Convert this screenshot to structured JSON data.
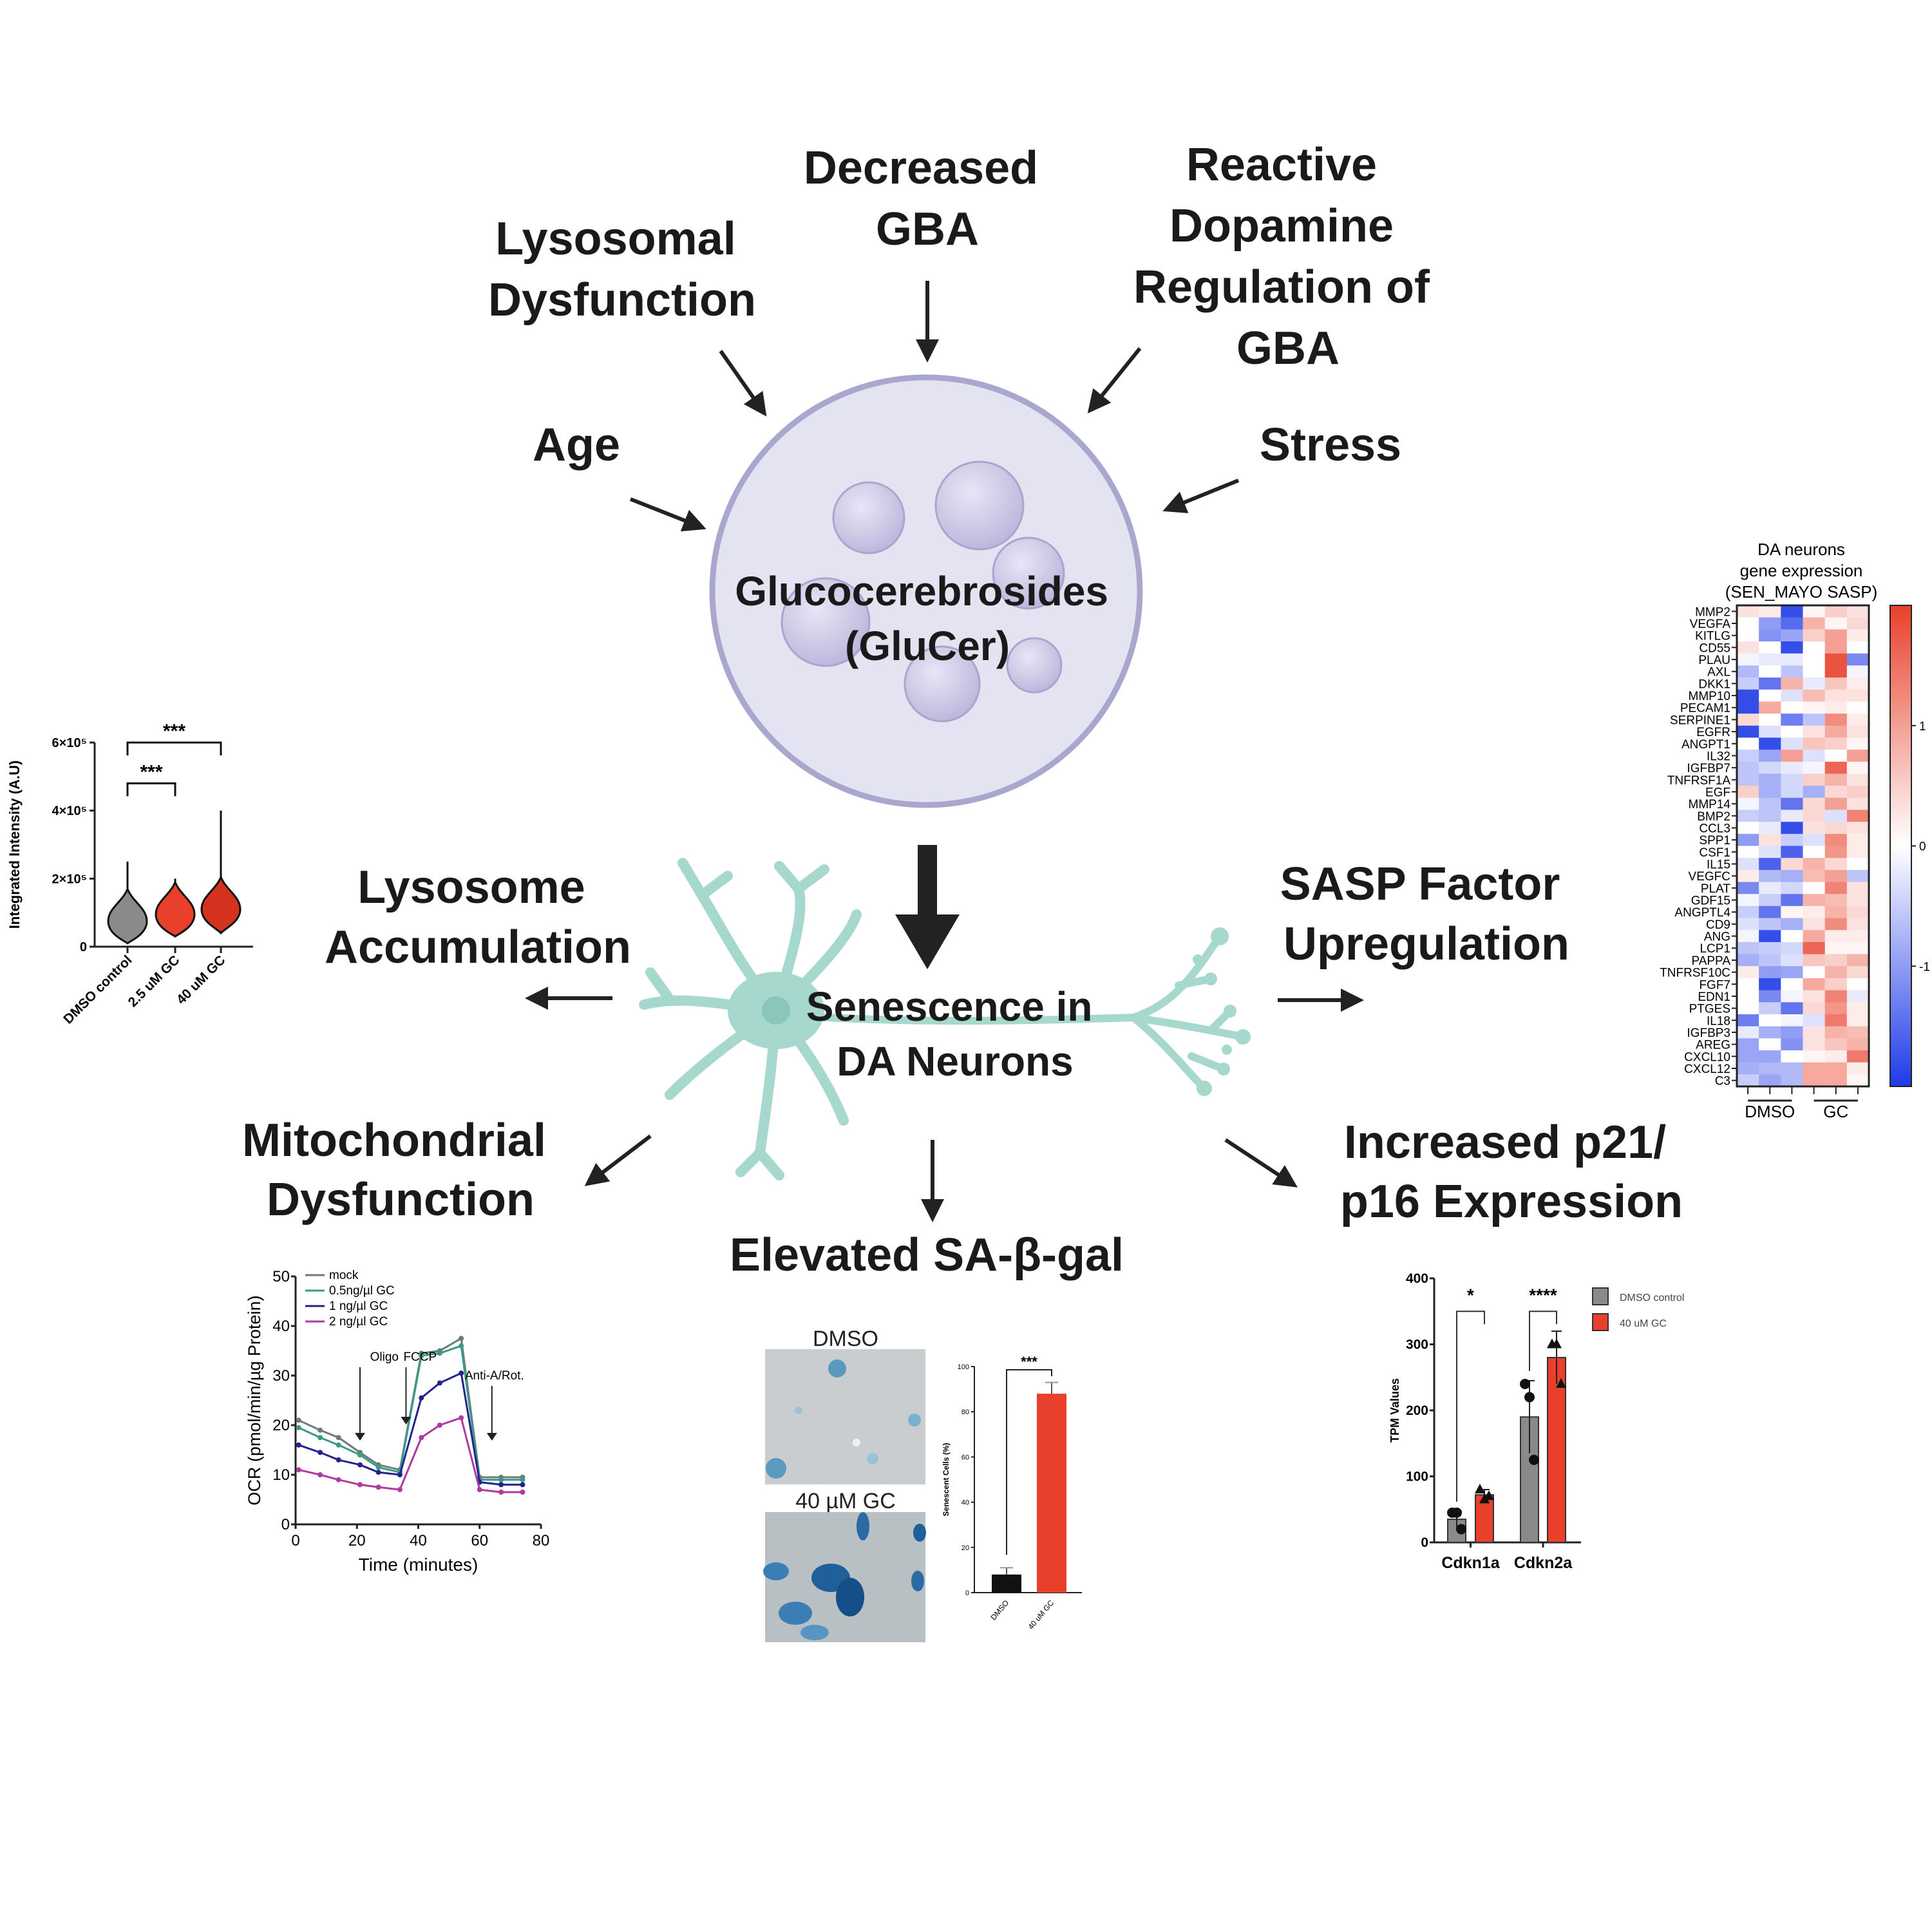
{
  "causes": {
    "decreased_gba": [
      "Decreased",
      "GBA"
    ],
    "lysosomal_dysfunction": [
      "Lysosomal",
      "Dysfunction"
    ],
    "reactive_dopamine": [
      "Reactive",
      "Dopamine",
      "Regulation of",
      "GBA"
    ],
    "age": "Age",
    "stress": "Stress"
  },
  "center": {
    "glucer": [
      "Glucocerebrosides",
      "(GluCer)"
    ],
    "senescence": [
      "Senescence in",
      "DA Neurons"
    ]
  },
  "outcomes": {
    "lysosome_accumulation": [
      "Lysosome",
      "Accumulation"
    ],
    "sasp_upregulation": [
      "SASP Factor",
      "Upregulation"
    ],
    "mitochondrial_dysfunction": [
      "Mitochondrial",
      "Dysfunction"
    ],
    "sa_beta_gal": "Elevated SA-β-gal",
    "p21_p16": [
      "Increased p21/",
      "p16 Expression"
    ]
  },
  "colors": {
    "dmso_gray": "#8a8a8a",
    "gc_red": "#e8402a",
    "neuron_teal": "#a6d8ce",
    "vesicle_purple": "#c9c6e3",
    "heat_high": "#e8402a",
    "heat_low": "#1f3ae8"
  },
  "micrographs": {
    "dmso_label": "DMSO",
    "gc_label": "40 µM GC"
  },
  "chart_data": [
    {
      "id": "violin",
      "type": "violin",
      "ylabel": "Integrated Intensity (A.U)",
      "ylim": [
        0,
        600000
      ],
      "yticks": [
        "0",
        "2×10⁵",
        "4×10⁵",
        "6×10⁵"
      ],
      "ytick_values": [
        0,
        200000,
        400000,
        600000
      ],
      "categories": [
        "DMSO control",
        "2.5 uM GC",
        "40 uM GC"
      ],
      "median": [
        75000,
        95000,
        110000
      ],
      "min": [
        10000,
        30000,
        40000
      ],
      "max": [
        250000,
        200000,
        400000
      ],
      "fill": [
        "#8a8a8a",
        "#e8402a",
        "#d4321f"
      ],
      "significance": [
        {
          "from": 0,
          "to": 1,
          "y": 480000,
          "label": "***"
        },
        {
          "from": 0,
          "to": 2,
          "y": 600000,
          "label": "***"
        }
      ]
    },
    {
      "id": "ocr",
      "type": "line",
      "xlabel": "Time (minutes)",
      "ylabel": "OCR (pmol/min/µg Protein)",
      "xlim": [
        0,
        80
      ],
      "ylim": [
        0,
        50
      ],
      "xticks": [
        0,
        20,
        40,
        60,
        80
      ],
      "yticks": [
        0,
        10,
        20,
        30,
        40,
        50
      ],
      "x": [
        1,
        8,
        14,
        21,
        27,
        34,
        41,
        47,
        54,
        60,
        67,
        74
      ],
      "series": [
        {
          "name": "mock",
          "color": "#6e7a74",
          "values": [
            21,
            19,
            17.5,
            14.5,
            12,
            11,
            34.5,
            35,
            37.5,
            9.5,
            9.5,
            9.5
          ]
        },
        {
          "name": "0.5ng/µl GC",
          "color": "#3a9a8a",
          "values": [
            19.5,
            17.5,
            16,
            14,
            11.5,
            10.5,
            34,
            34.5,
            36,
            9,
            9,
            9
          ]
        },
        {
          "name": "1 ng/µl  GC",
          "color": "#23238f",
          "values": [
            16,
            14.5,
            13,
            12,
            10.5,
            10,
            25.5,
            28.5,
            30.5,
            8.5,
            8,
            8
          ]
        },
        {
          "name": "2 ng/µl GC",
          "color": "#b03a9e",
          "values": [
            11,
            10,
            9,
            8,
            7.5,
            7,
            17.5,
            20,
            21.5,
            7,
            6.5,
            6.5
          ]
        }
      ],
      "annotations": [
        {
          "label": "Oligo",
          "x": 21
        },
        {
          "label": "FCCP",
          "x": 36
        },
        {
          "label": "Anti-A/Rot.",
          "x": 64
        }
      ]
    },
    {
      "id": "sabgal",
      "type": "bar",
      "ylabel": "Senescent Cells (%)",
      "ylim": [
        0,
        100
      ],
      "yticks": [
        0,
        20,
        40,
        60,
        80,
        100
      ],
      "categories": [
        "DMSO",
        "40 uM GC"
      ],
      "values": [
        8,
        88
      ],
      "errors": [
        3,
        5
      ],
      "colors": [
        "#111111",
        "#e8402a"
      ],
      "significance": "***"
    },
    {
      "id": "tpm",
      "type": "bar",
      "ylabel": "TPM Values",
      "ylim": [
        0,
        400
      ],
      "yticks": [
        0,
        100,
        200,
        300,
        400
      ],
      "categories": [
        "Cdkn1a",
        "Cdkn2a"
      ],
      "series": [
        {
          "name": "DMSO control",
          "color": "#8a8a8a",
          "values": [
            35,
            190
          ],
          "errors": [
            12,
            55
          ],
          "points": [
            [
              45,
              45,
              20
            ],
            [
              240,
              220,
              125
            ]
          ]
        },
        {
          "name": "40 uM GC",
          "color": "#e8402a",
          "values": [
            72,
            280
          ],
          "errors": [
            8,
            40
          ],
          "points": [
            [
              80,
              65,
              70
            ],
            [
              300,
              300,
              240
            ]
          ]
        }
      ],
      "significance": [
        "*",
        "****"
      ]
    },
    {
      "id": "heatmap",
      "type": "heatmap",
      "title": [
        "DA neurons",
        "gene expression",
        "(SEN_MAYO SASP)"
      ],
      "groups": [
        "DMSO",
        "GC"
      ],
      "colorbar_ticks": [
        "1",
        "0",
        "-1"
      ],
      "colorbar_tick_values": [
        1,
        0,
        -1
      ],
      "zlim": [
        -2,
        2
      ],
      "rows": [
        "MMP2",
        "VEGFA",
        "KITLG",
        "CD55",
        "PLAU",
        "AXL",
        "DKK1",
        "MMP10",
        "PECAM1",
        "SERPINE1",
        "EGFR",
        "ANGPT1",
        "IL32",
        "IGFBP7",
        "TNFRSF1A",
        "EGF",
        "MMP14",
        "BMP2",
        "CCL3",
        "SPP1",
        "CSF1",
        "IL15",
        "VEGFC",
        "PLAT",
        "GDF15",
        "ANGPTL4",
        "CD9",
        "ANG",
        "LCP1",
        "PAPPA",
        "TNFRSF10C",
        "FGF7",
        "EDN1",
        "PTGES",
        "IL18",
        "IGFBP3",
        "AREG",
        "CXCL10",
        "CXCL12",
        "C3"
      ],
      "values": [
        [
          0.3,
          0.2,
          -1.8,
          0.1,
          0.5,
          0.3
        ],
        [
          0,
          -1,
          -1.5,
          0.8,
          0.1,
          0.4
        ],
        [
          0,
          -1.1,
          -0.9,
          0.5,
          1.0,
          0.2
        ],
        [
          0.3,
          0,
          -1.8,
          0,
          1.0,
          0
        ],
        [
          -0.1,
          -0.2,
          -0.2,
          0,
          1.8,
          -1.2
        ],
        [
          -0.7,
          0,
          -0.6,
          0,
          1.8,
          -0.1
        ],
        [
          -0.5,
          -1.4,
          0.8,
          -0.2,
          0.6,
          0.2
        ],
        [
          -1.8,
          0,
          -0.3,
          0.7,
          0.3,
          0.3
        ],
        [
          -1.8,
          0.9,
          0,
          0.1,
          0.2,
          0
        ],
        [
          0.4,
          0,
          -1.3,
          -0.6,
          1.2,
          0.2
        ],
        [
          -1.8,
          -0.3,
          0,
          0.3,
          0.9,
          0.3
        ],
        [
          0,
          -1.8,
          -0.3,
          0.6,
          0.5,
          0.1
        ],
        [
          -0.5,
          -0.9,
          1.0,
          -0.3,
          0,
          1.0
        ],
        [
          -0.6,
          -0.4,
          -0.2,
          -0.1,
          1.6,
          0.1
        ],
        [
          -0.6,
          -0.8,
          -0.4,
          0.5,
          0.8,
          0.3
        ],
        [
          0.5,
          -0.8,
          -0.4,
          -0.8,
          0.4,
          0.5
        ],
        [
          -0.1,
          -0.6,
          -1.4,
          0.4,
          1.0,
          0.3
        ],
        [
          -0.5,
          -0.6,
          -0.2,
          0.4,
          -0.3,
          1.3
        ],
        [
          0,
          -0.2,
          -1.8,
          0.3,
          0.4,
          0.3
        ],
        [
          -1.0,
          0.3,
          -0.5,
          -0.3,
          1.2,
          0.2
        ],
        [
          0,
          -0.3,
          -1.6,
          0,
          1.1,
          0.2
        ],
        [
          -0.3,
          -1.6,
          0.4,
          0.8,
          0.4,
          0
        ],
        [
          0.2,
          -0.7,
          -0.8,
          0.7,
          1.0,
          -0.6
        ],
        [
          -1.2,
          -0.2,
          -0.4,
          0,
          1.3,
          0.3
        ],
        [
          -0.1,
          -0.5,
          -1.4,
          0.8,
          0.7,
          0.3
        ],
        [
          -0.5,
          -1.4,
          0.1,
          0.2,
          0.8,
          0.4
        ],
        [
          -0.3,
          -0.6,
          -0.8,
          0.3,
          1.2,
          0.3
        ],
        [
          -0.1,
          -1.8,
          0,
          0.9,
          0.2,
          0.2
        ],
        [
          -0.6,
          -0.5,
          -0.4,
          1.6,
          0.1,
          0.1
        ],
        [
          -0.8,
          -0.6,
          -0.3,
          0.6,
          0.5,
          0.8
        ],
        [
          0.2,
          -1.0,
          -0.9,
          0,
          0.8,
          0.4
        ],
        [
          0,
          -1.8,
          0,
          0.9,
          0.5,
          0
        ],
        [
          0,
          -1.2,
          -0.1,
          0.3,
          1.3,
          -0.2
        ],
        [
          0,
          -0.5,
          -1.4,
          0.4,
          1.1,
          0.2
        ],
        [
          -1.3,
          0,
          -0.1,
          -0.3,
          1.4,
          0.2
        ],
        [
          -0.2,
          -0.8,
          -1.0,
          0.3,
          0.8,
          0.7
        ],
        [
          -0.9,
          0,
          -1.1,
          0.3,
          0.6,
          0.8
        ],
        [
          -0.9,
          -0.9,
          0,
          0.1,
          0.2,
          1.4
        ],
        [
          -0.8,
          -0.7,
          -0.7,
          0.9,
          0.9,
          0.2
        ],
        [
          -0.5,
          -0.9,
          -0.7,
          0.9,
          0.9,
          0.1
        ]
      ]
    }
  ]
}
